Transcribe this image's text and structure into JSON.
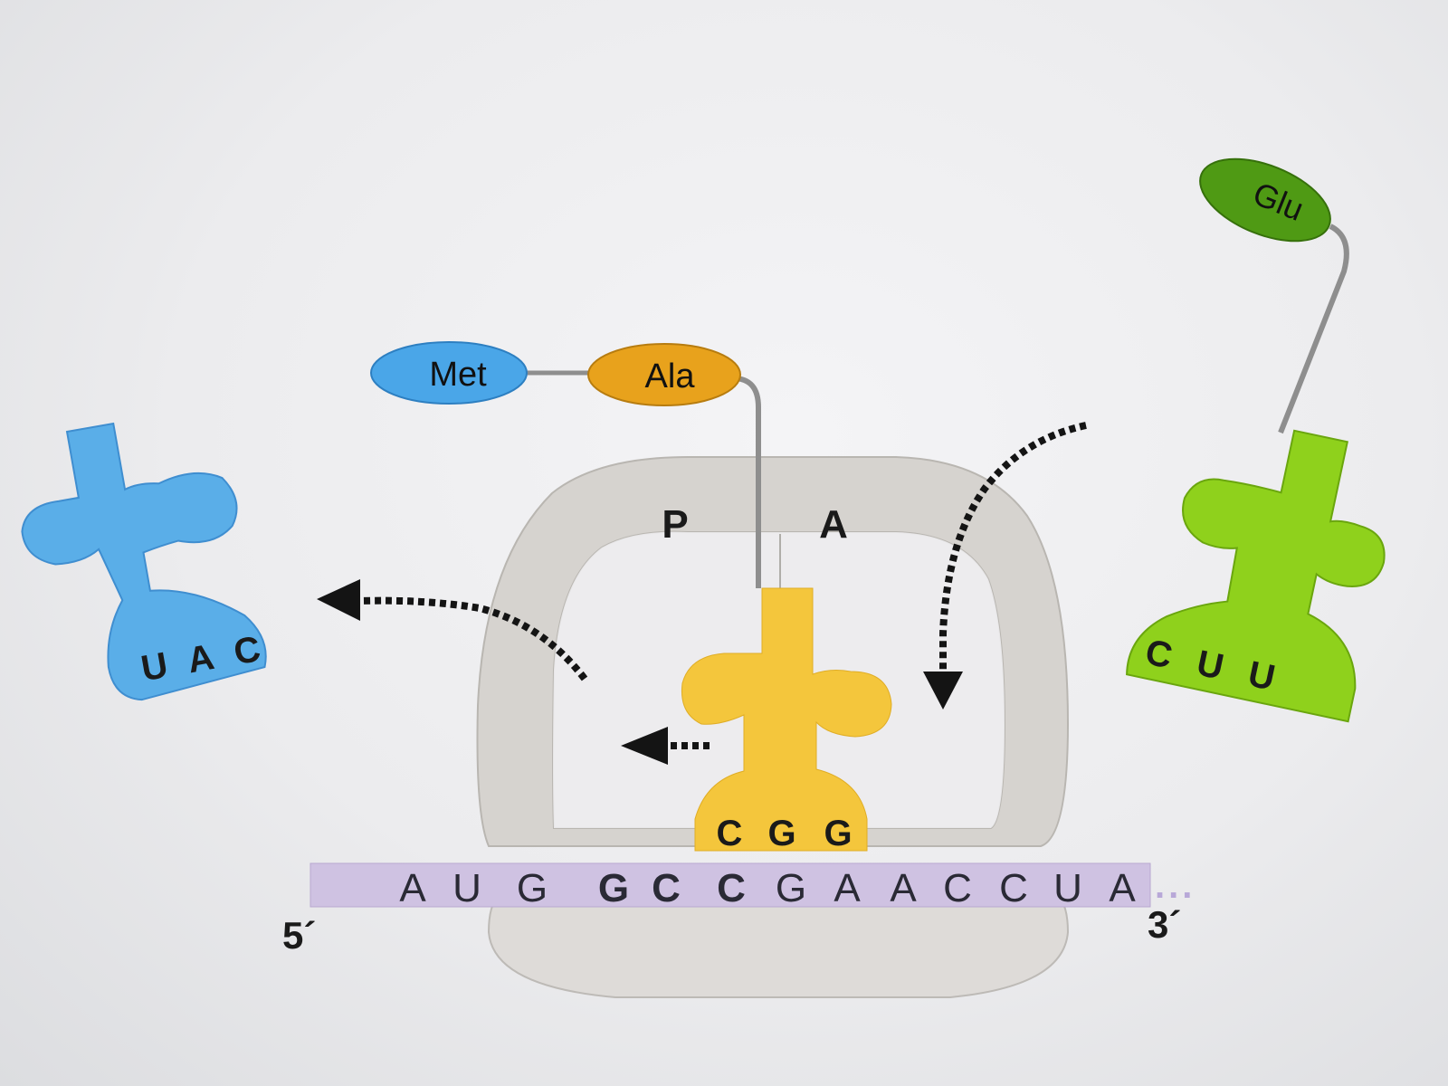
{
  "amino_acids": {
    "met": "Met",
    "ala": "Ala",
    "glu": "Glu"
  },
  "sites": {
    "p": "P",
    "a": "A"
  },
  "mrna": {
    "nucleotides": [
      "A",
      "U",
      "G",
      "G",
      "C",
      "C",
      "G",
      "A",
      "A",
      "C",
      "C",
      "U",
      "A"
    ],
    "five_prime": "5´",
    "three_prime": "3´",
    "ellipsis": "..."
  },
  "trnas": {
    "exiting": [
      "U",
      "A",
      "C"
    ],
    "p_site": [
      "C",
      "G",
      "G"
    ],
    "incoming": [
      "C",
      "U",
      "U"
    ]
  },
  "colors": {
    "met": "#4aa6e8",
    "ala": "#e8a21c",
    "glu": "#4f9a14",
    "trna_blue": "#5aaee8",
    "trna_yellow": "#f4c63c",
    "trna_green": "#8fd11c",
    "ribosome": "#d3d0cc",
    "mrna": "#cfc2e2"
  }
}
